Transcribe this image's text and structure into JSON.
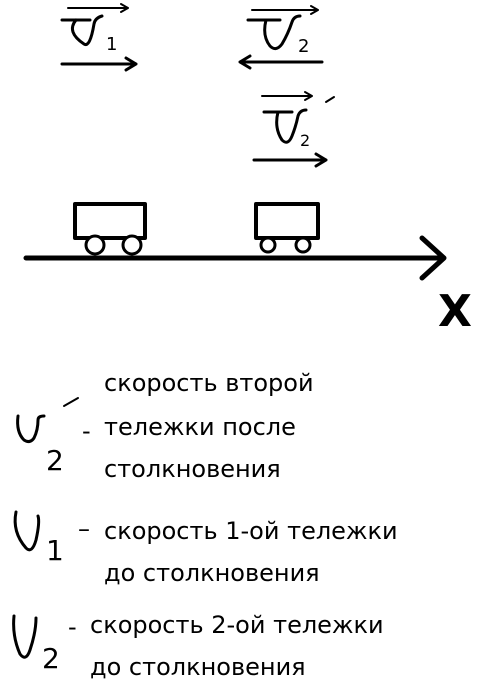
{
  "colors": {
    "ink": "#000000",
    "background": "#ffffff"
  },
  "diagram": {
    "axis_label": "X",
    "velocity_labels": [
      {
        "id": "v1",
        "subscript": "1",
        "direction": "right"
      },
      {
        "id": "v2",
        "subscript": "2",
        "direction": "left"
      },
      {
        "id": "v2_after",
        "subscript": "2",
        "direction": "right",
        "primed": true
      }
    ],
    "carts": [
      {
        "id": "cart-1"
      },
      {
        "id": "cart-2"
      }
    ]
  },
  "legend": [
    {
      "symbol_subscript": "2",
      "primed": true,
      "dash": "-",
      "lines": [
        "скорость второй",
        "тележки после",
        "столкновения"
      ]
    },
    {
      "symbol_subscript": "1",
      "primed": false,
      "dash": "–",
      "lines": [
        "скорость 1-ой тележки",
        "до столкновения"
      ]
    },
    {
      "symbol_subscript": "2",
      "primed": false,
      "dash": "-",
      "lines": [
        "скорость 2-ой тележки",
        "до столкновения"
      ]
    }
  ]
}
